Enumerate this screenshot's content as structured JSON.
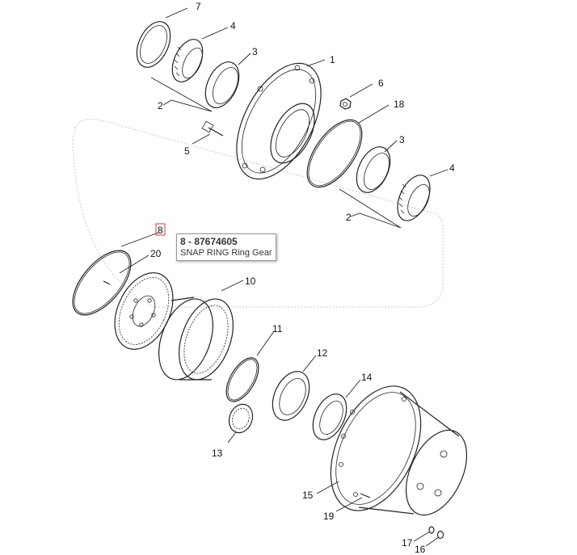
{
  "callouts": {
    "p1": "1",
    "p2a": "2",
    "p2b": "2",
    "p3a": "3",
    "p3b": "3",
    "p4a": "4",
    "p4b": "4",
    "p5": "5",
    "p6": "6",
    "p7": "7",
    "p8": "8",
    "p10": "10",
    "p11": "11",
    "p12": "12",
    "p13": "13",
    "p14": "14",
    "p15": "15",
    "p16": "16",
    "p17": "17",
    "p18": "18",
    "p19": "19",
    "p20": "20"
  },
  "tooltip": {
    "title": "8 - 87674605",
    "description": "SNAP RING Ring Gear"
  },
  "colors": {
    "highlight": "#d23b3b",
    "line": "#222222",
    "group_outline": "#bdbdbd"
  }
}
